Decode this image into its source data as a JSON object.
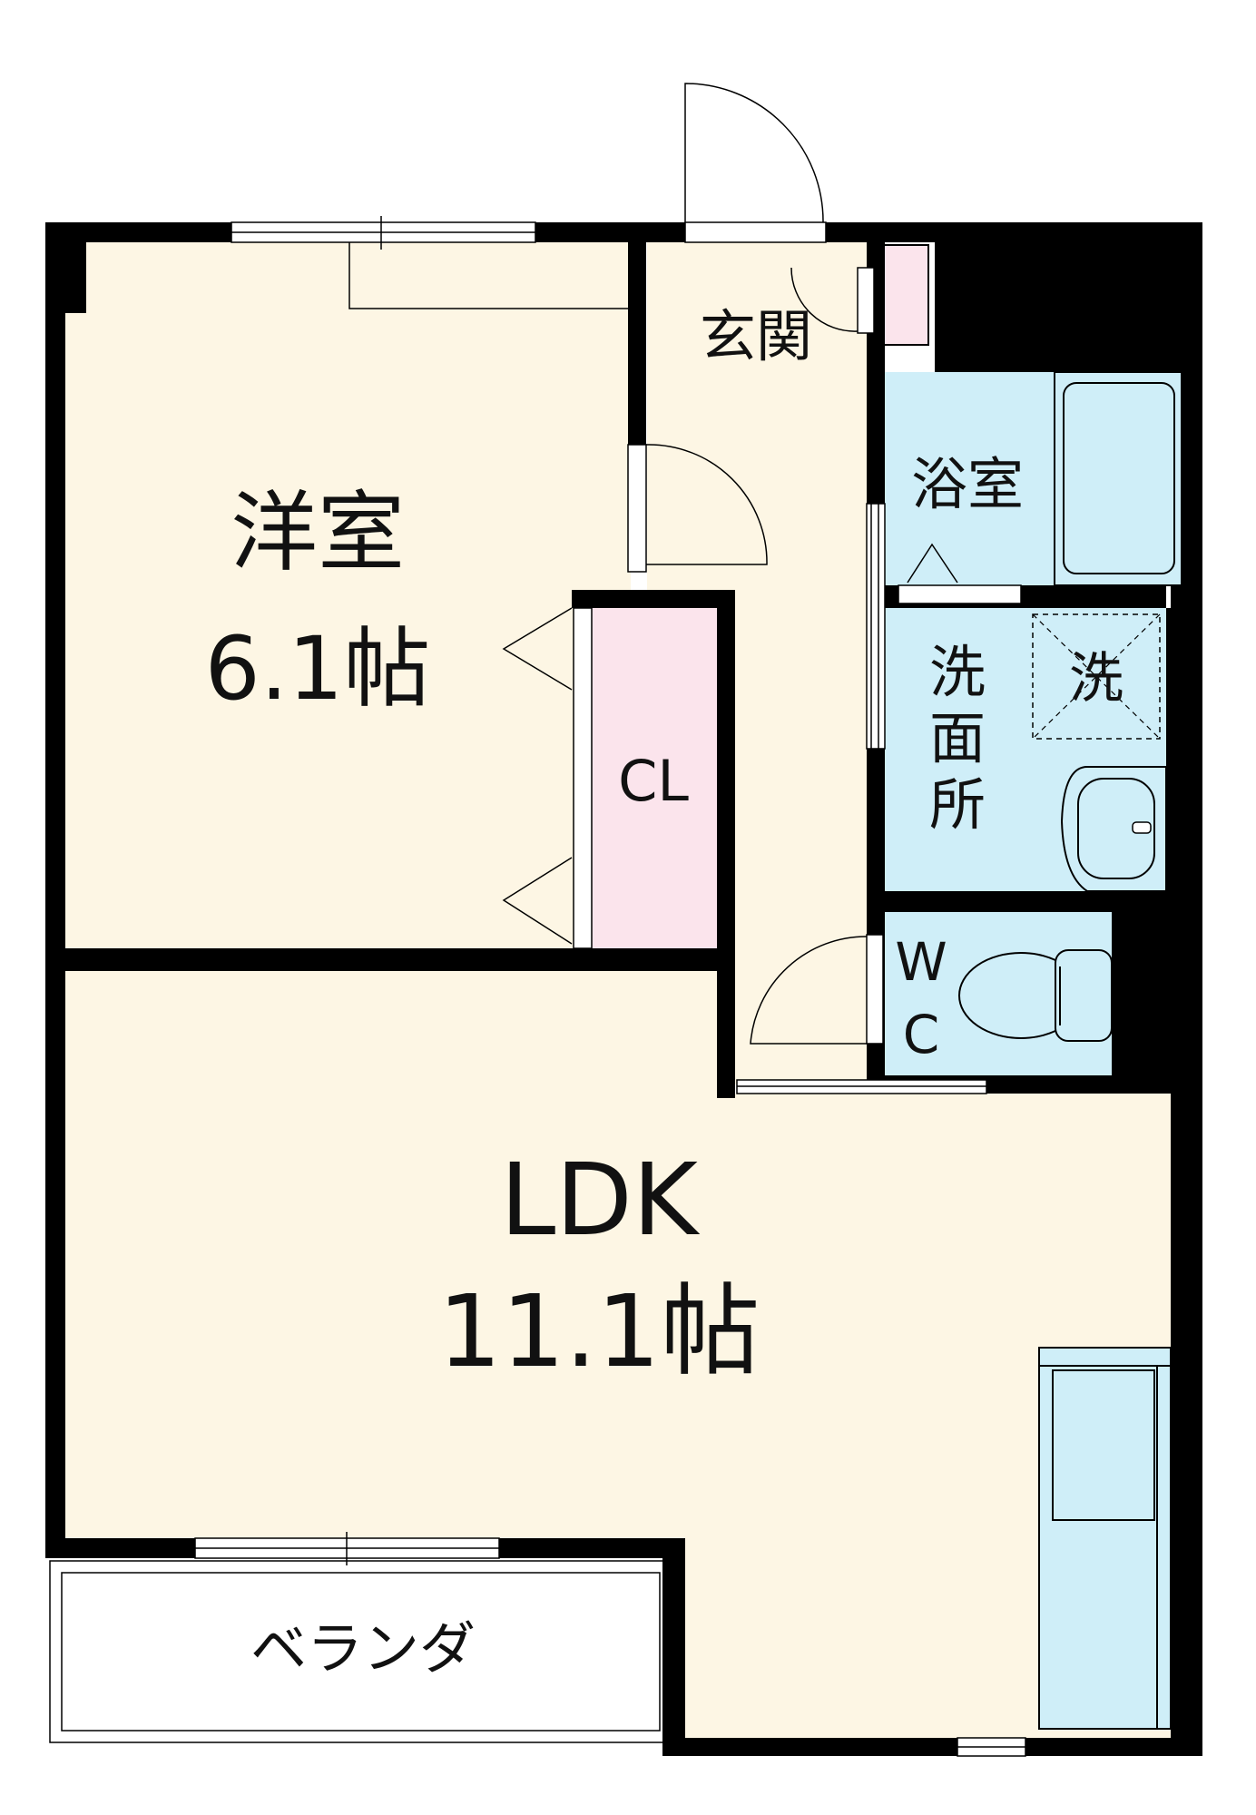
{
  "plan": {
    "rooms": {
      "western_room": {
        "name": "洋室",
        "size": "6.1帖"
      },
      "ldk": {
        "name": "LDK",
        "size": "11.1帖"
      },
      "entrance": {
        "name": "玄関"
      },
      "bathroom": {
        "name": "浴室"
      },
      "washroom": {
        "name_lines": [
          "洗",
          "面",
          "所"
        ]
      },
      "washer": {
        "name": "洗"
      },
      "closet": {
        "name": "CL"
      },
      "toilet": {
        "name_lines": [
          "W",
          "C"
        ]
      },
      "veranda": {
        "name": "ベランダ"
      }
    },
    "colors": {
      "dry_floor": "#fdf6e4",
      "wet_area": "#cfeef8",
      "closet": "#fbe4ec",
      "wall": "#000000",
      "veranda": "#ffffff"
    }
  }
}
